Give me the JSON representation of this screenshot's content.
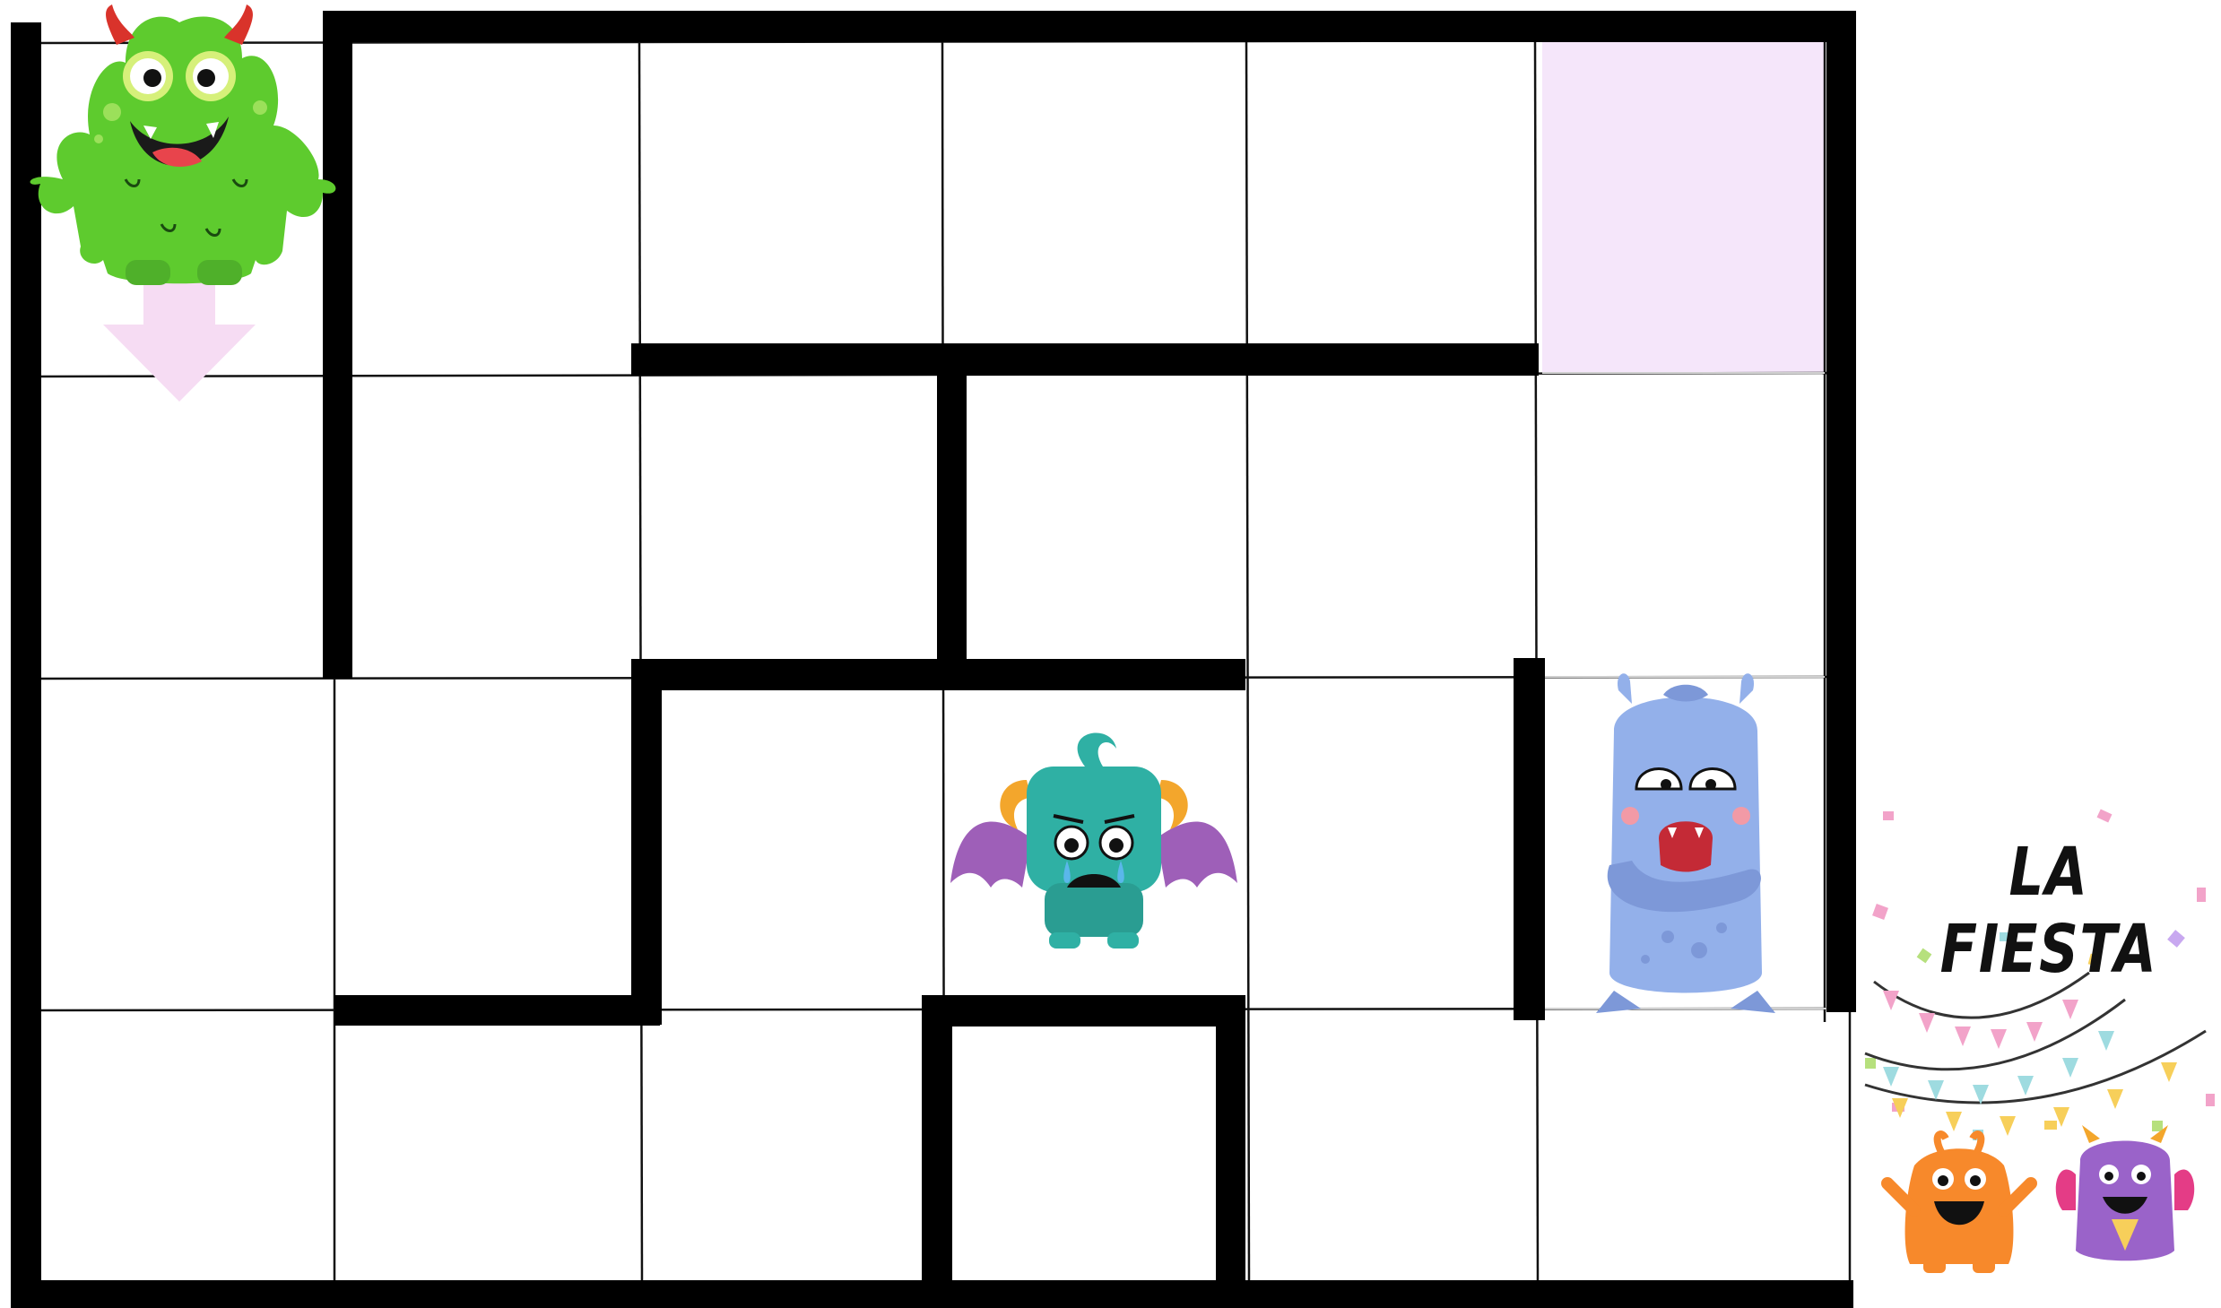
{
  "maze": {
    "columns": 6,
    "rows": 4,
    "start_cell": {
      "row": 1,
      "col": 1
    },
    "highlight_cell": {
      "row": 1,
      "col": 6
    },
    "direction_hint": "arrow-down",
    "colors": {
      "wall": "#000000",
      "grid_line": "#111111",
      "highlight": "#f5e6fa",
      "arrow": "#f6dcf3"
    }
  },
  "goal": {
    "title": "LA FIESTA"
  },
  "characters": [
    {
      "name": "green-horned-monster",
      "role": "player",
      "color": "#5ecb2e"
    },
    {
      "name": "teal-crying-bat-monster",
      "role": "obstacle",
      "color": "#2fb0a4"
    },
    {
      "name": "blue-grumpy-monster",
      "role": "obstacle",
      "color": "#93b0ea"
    },
    {
      "name": "orange-party-monster",
      "role": "party-guest",
      "color": "#f7892b"
    },
    {
      "name": "purple-party-monster",
      "role": "party-guest",
      "color": "#9a63c9"
    }
  ],
  "decorations": {
    "bunting_colors": [
      "#f2a3c9",
      "#9edbe0",
      "#f7cf5a",
      "#b6e07d",
      "#c8a8f0"
    ]
  }
}
